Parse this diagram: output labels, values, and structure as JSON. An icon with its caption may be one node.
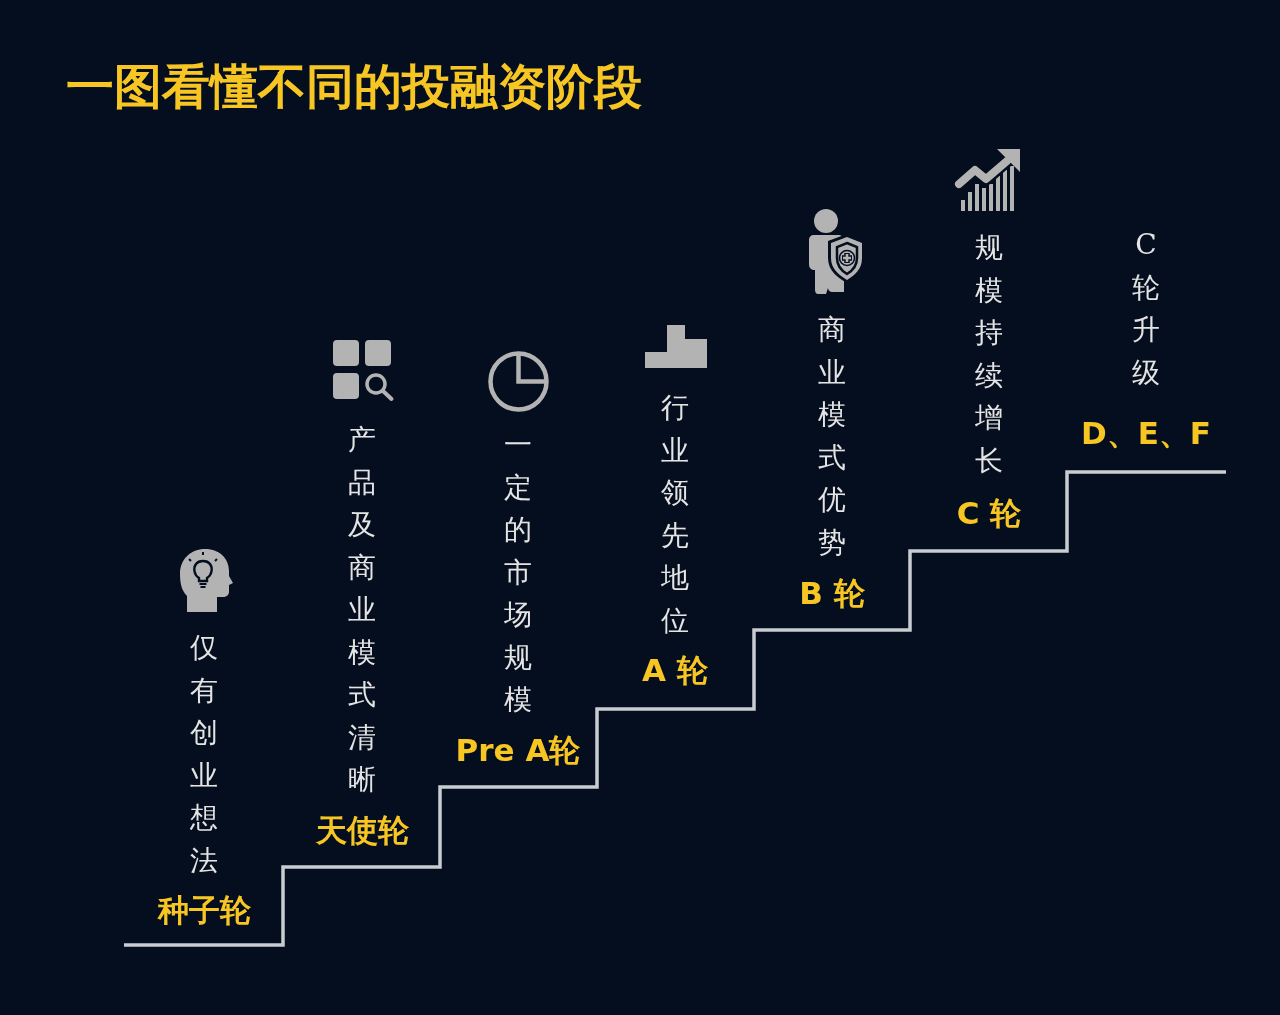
{
  "diagram": {
    "title": "一图看懂不同的投融资阶段",
    "labels": [
      "仅有创业想法",
      "种子轮",
      "产品及商业模式清晰",
      "天使轮",
      "一定的市场规模",
      "Pre A轮",
      "行业领先地位",
      "A 轮",
      "商业模式优势",
      "B 轮",
      "规模持续增长",
      "C 轮",
      "C轮升级",
      "D、E、F"
    ]
  }
}
